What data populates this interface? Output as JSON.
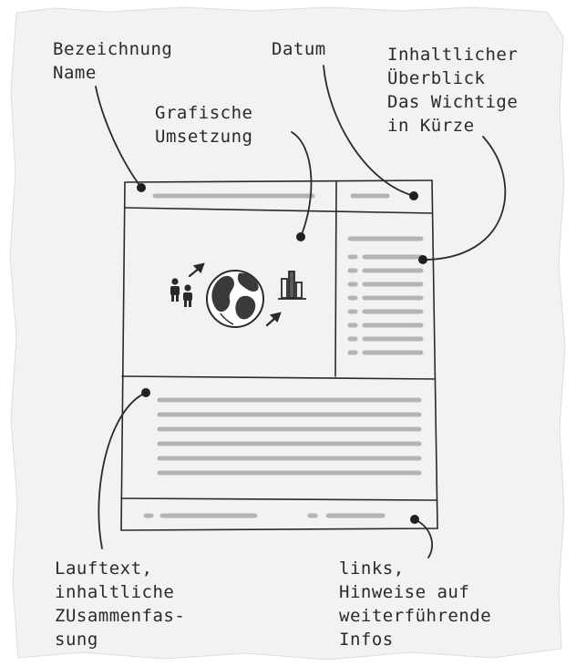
{
  "annotations": {
    "name": [
      "Bezeichnung",
      "Name"
    ],
    "grafik": [
      "Grafische",
      "Umsetzung"
    ],
    "datum": [
      "Datum"
    ],
    "inhalt": [
      "Inhaltlicher",
      "Überblick",
      "Das Wichtige",
      "in Kürze"
    ],
    "lauftext": [
      "Lauftext,",
      "inhaltliche",
      "ZUsammenfas-",
      "sung"
    ],
    "links": [
      "links,",
      "Hinweise auf",
      "weiterführende",
      "Infos"
    ]
  },
  "colors": {
    "paper": "#f2f2f2",
    "ink": "#2a2a2a",
    "placeholder": "#b4b4b4"
  },
  "icons": [
    "people-icon",
    "arrow-icon",
    "globe-icon",
    "bar-chart-icon"
  ]
}
